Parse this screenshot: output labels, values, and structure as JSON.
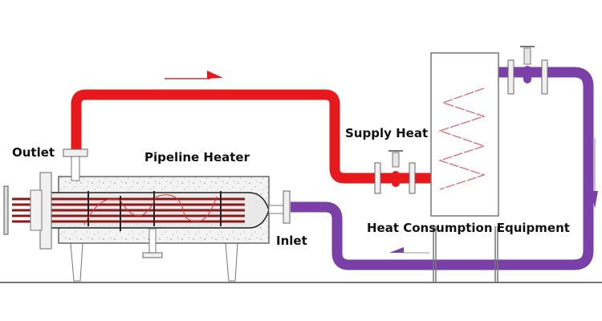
{
  "title": "Pipeline Heater Circulation System",
  "labels": {
    "outlet": "Outlet",
    "pipeline_heater": "Pipeline Heater",
    "supply_heat": "Supply Heat",
    "inlet": "Inlet",
    "heat_consumption_equipment": "Heat Consumption Equipment"
  },
  "colors": {
    "hot_pipe": "#e8191c",
    "return_pipe": "#7b3fa8",
    "outline": "#555555",
    "insulation": "#f1f1f1",
    "heating_element": "#8b1a1a"
  },
  "flow": {
    "supply_direction": "right",
    "return_direction": "left"
  }
}
